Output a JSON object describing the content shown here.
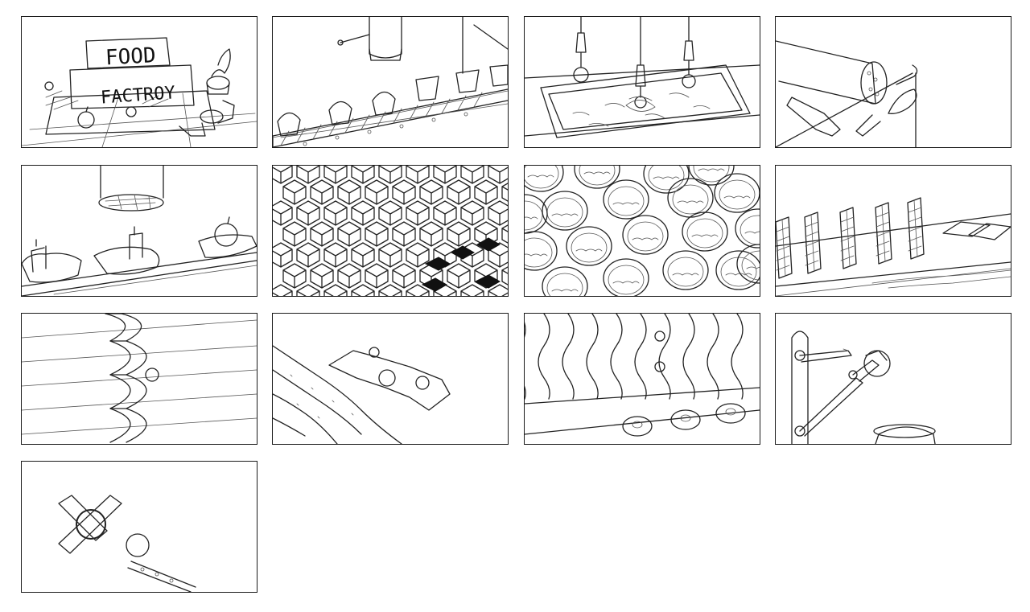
{
  "storyboard": {
    "sign": {
      "line1": "FOOD",
      "line2": "FACTROY"
    },
    "panels": [
      {
        "id": 1,
        "scene": "factory-sign"
      },
      {
        "id": 2,
        "scene": "cupcake-conveyor"
      },
      {
        "id": 3,
        "scene": "dipping-hooks"
      },
      {
        "id": 4,
        "scene": "sausage-slicer"
      },
      {
        "id": 5,
        "scene": "cake-press-conveyor"
      },
      {
        "id": 6,
        "scene": "cube-pattern"
      },
      {
        "id": 7,
        "scene": "round-buns"
      },
      {
        "id": 8,
        "scene": "wafer-conveyor"
      },
      {
        "id": 9,
        "scene": "spiral-chute"
      },
      {
        "id": 10,
        "scene": "wavy-dough"
      },
      {
        "id": 11,
        "scene": "wavy-lines-donuts"
      },
      {
        "id": 12,
        "scene": "robot-arm-bowl"
      },
      {
        "id": 13,
        "scene": "cross-cutter"
      }
    ]
  }
}
